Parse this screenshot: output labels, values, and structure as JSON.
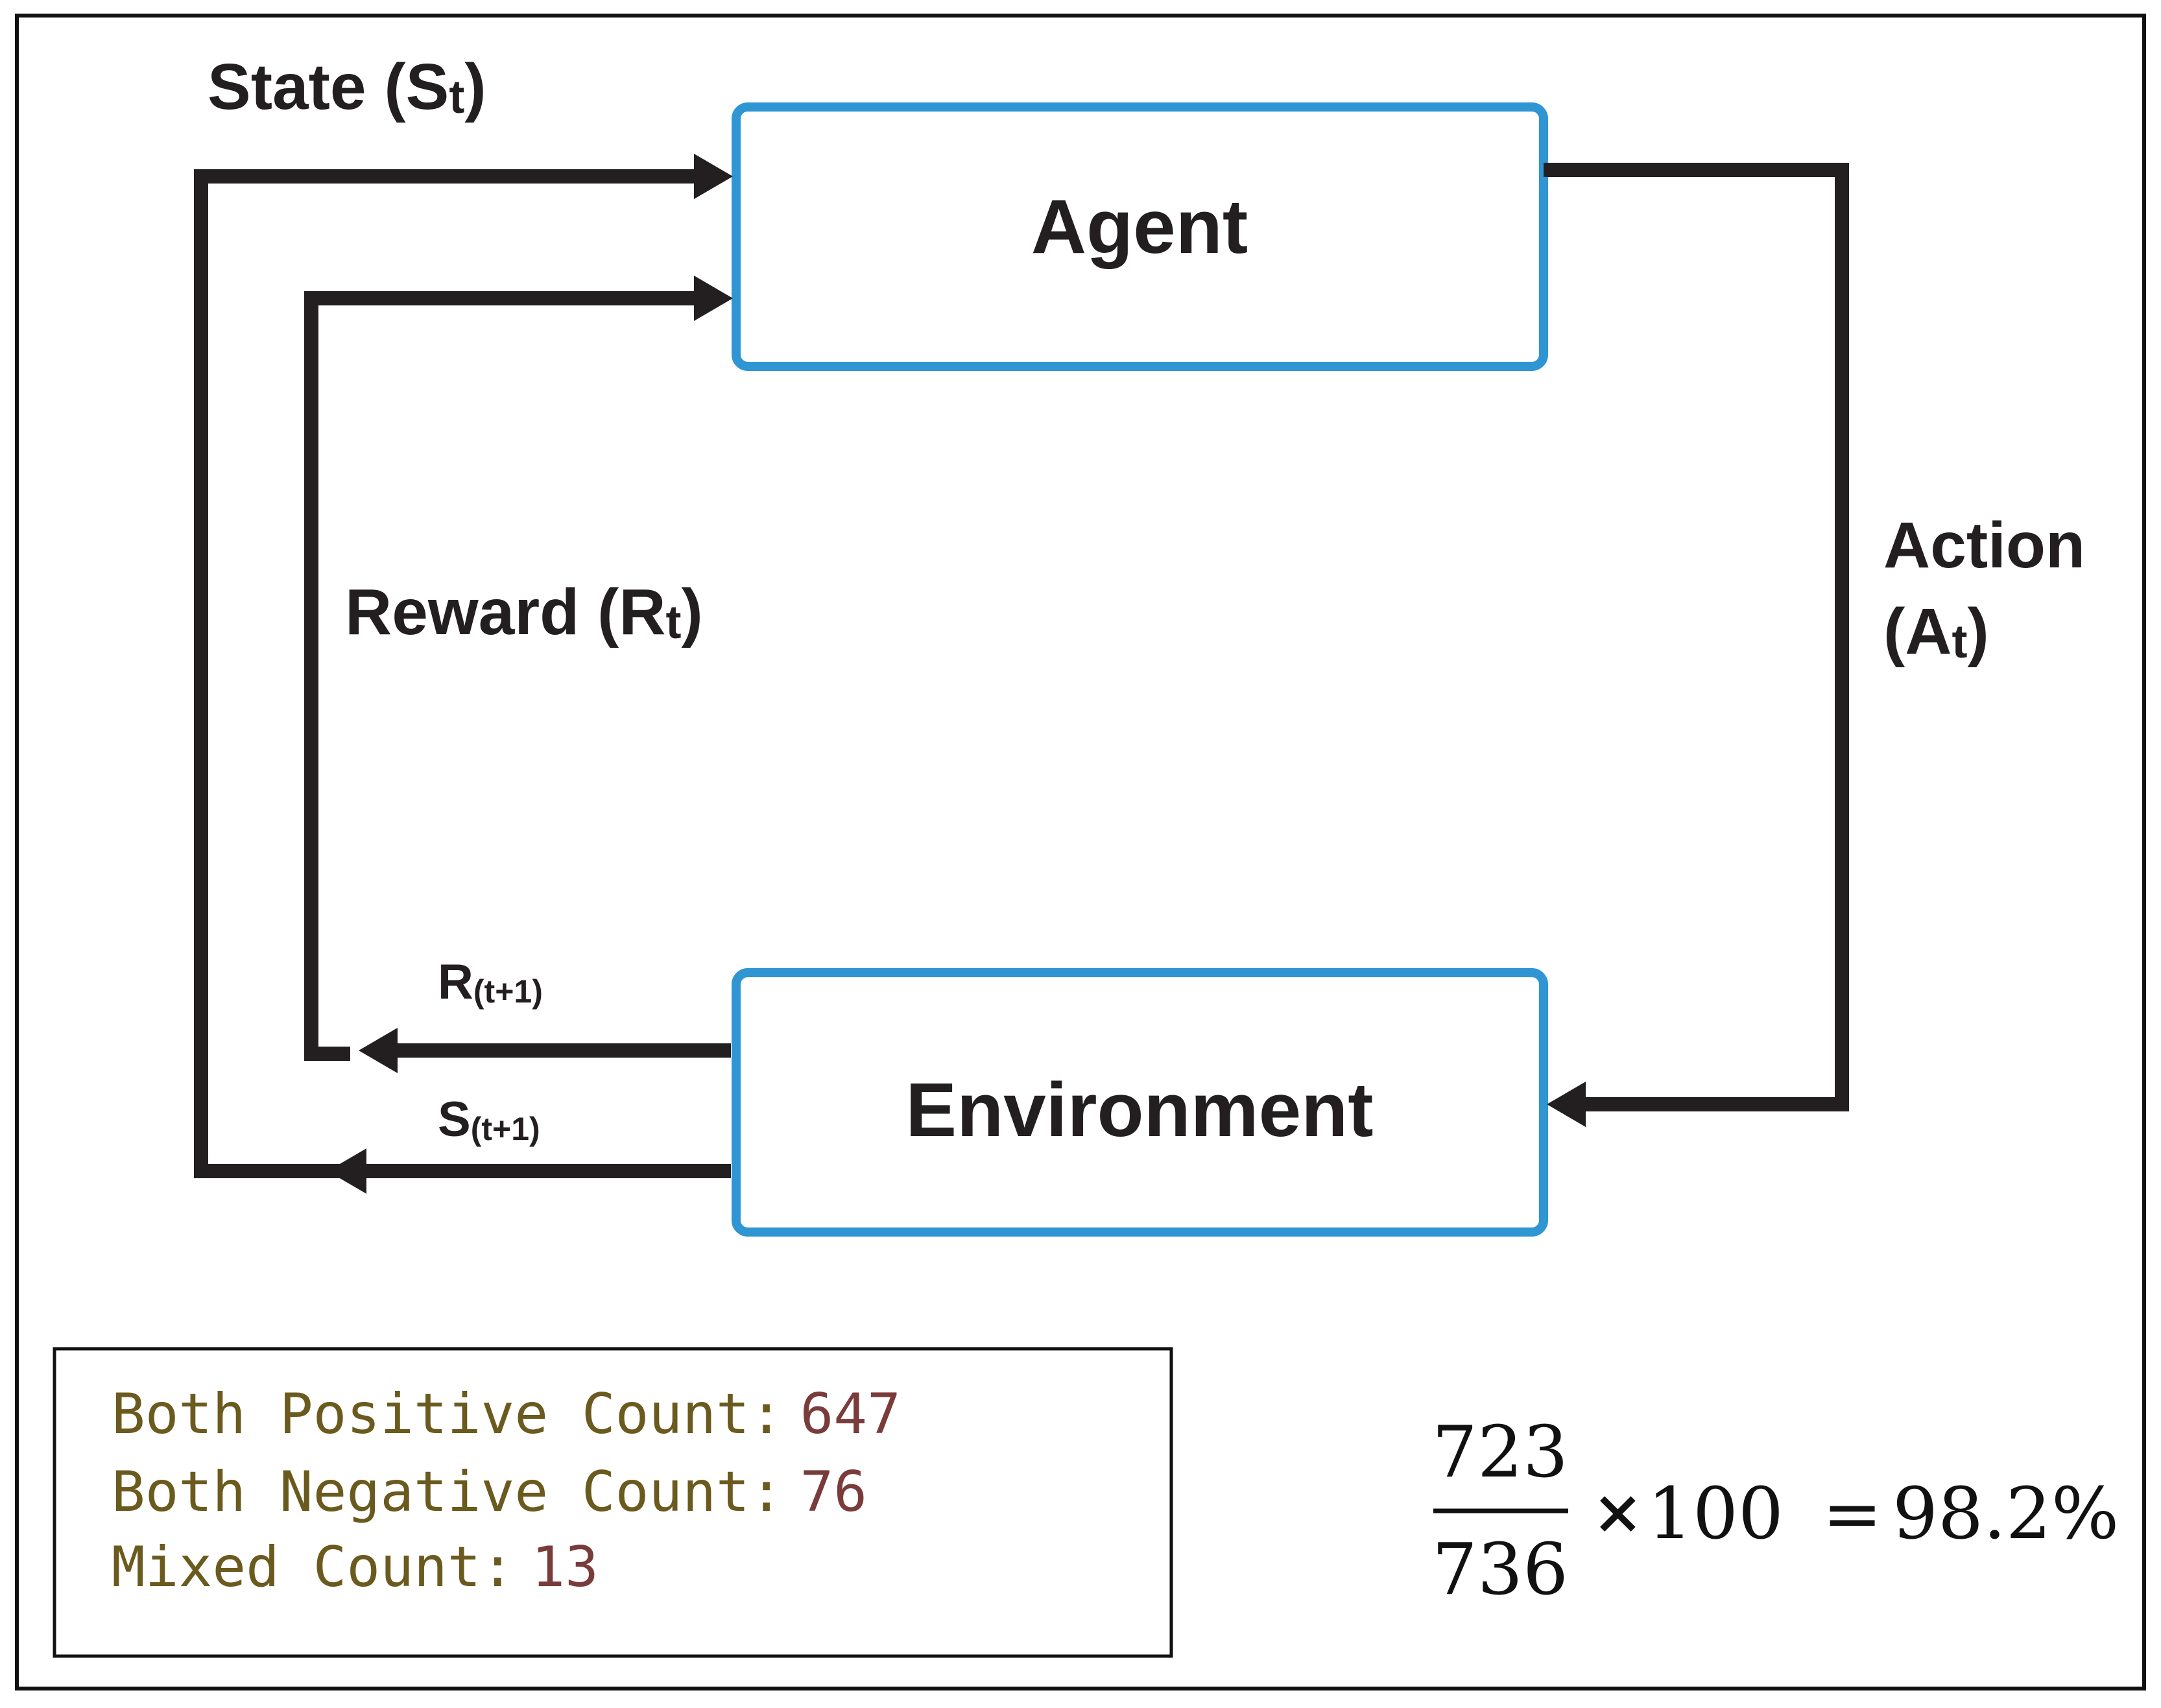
{
  "diagram": {
    "nodes": {
      "agent": {
        "label": "Agent"
      },
      "environment": {
        "label": "Environment"
      }
    },
    "edges": {
      "state": {
        "label_main": "State (S",
        "label_sub": "t",
        "label_end": ")"
      },
      "reward": {
        "label_main": "Reward (R",
        "label_sub": "t",
        "label_end": ")"
      },
      "action": {
        "label_line1": "Action",
        "label_line2_main": "(A",
        "label_line2_sub": "t",
        "label_line2_end": ")"
      },
      "next_reward": {
        "label_main": "R",
        "label_sub": "(t+1)"
      },
      "next_state": {
        "label_main": "S",
        "label_sub": "(t+1)"
      }
    },
    "colors": {
      "box_border": "#2f95d3",
      "line": "#231f20"
    }
  },
  "console": {
    "lines": [
      {
        "label": "Both Positive Count:",
        "value": "647"
      },
      {
        "label": "Both Negative Count:",
        "value": "76"
      },
      {
        "label": "Mixed Count:",
        "value": "13"
      }
    ]
  },
  "formula": {
    "numerator": "723",
    "denominator": "736",
    "times": "×",
    "multiplier": "100",
    "equals": "=",
    "result": "98.2%"
  }
}
